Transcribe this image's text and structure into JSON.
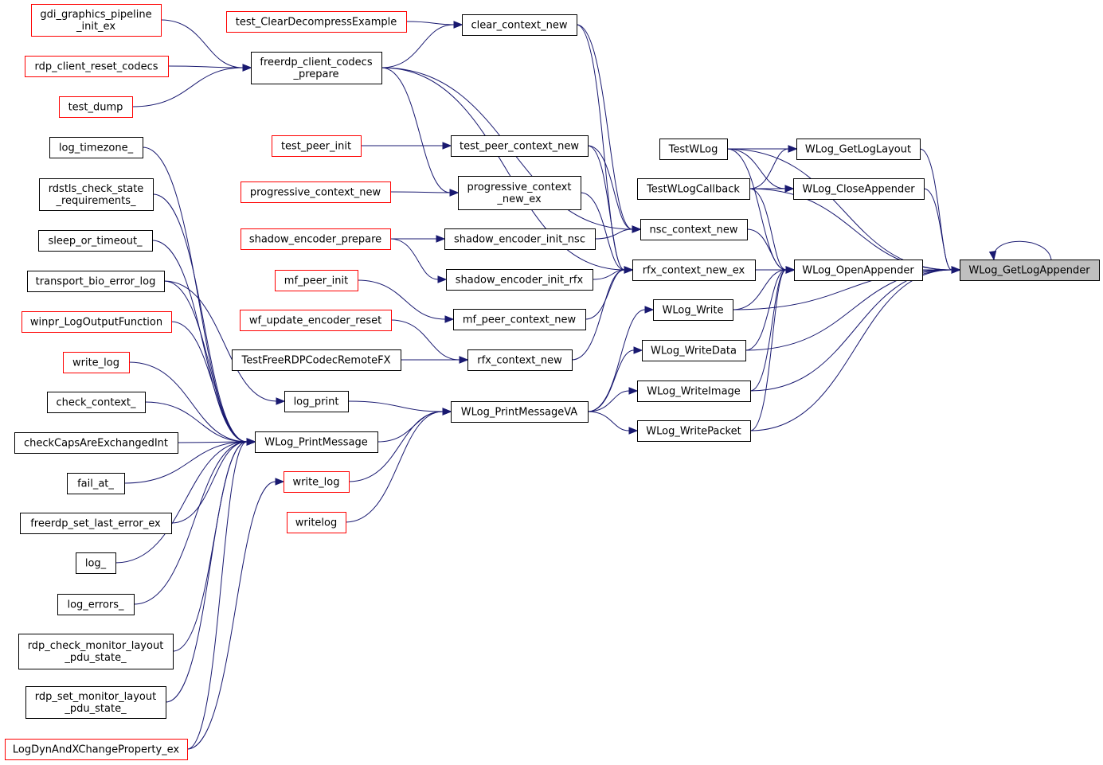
{
  "target": "WLog_GetLogAppender",
  "nodes": {
    "gdi": {
      "lines": [
        "gdi_graphics_pipeline",
        "_init_ex"
      ],
      "style": "red"
    },
    "rdpreset": {
      "lines": [
        "rdp_client_reset_codecs"
      ],
      "style": "red"
    },
    "testdump": {
      "lines": [
        "test_dump"
      ],
      "style": "red"
    },
    "logtz": {
      "lines": [
        "log_timezone_"
      ],
      "style": "black"
    },
    "rdstls": {
      "lines": [
        "rdstls_check_state",
        "_requirements_"
      ],
      "style": "black"
    },
    "sleep": {
      "lines": [
        "sleep_or_timeout_"
      ],
      "style": "black"
    },
    "tbel": {
      "lines": [
        "transport_bio_error_log"
      ],
      "style": "black"
    },
    "winpr": {
      "lines": [
        "winpr_LogOutputFunction"
      ],
      "style": "red"
    },
    "writelog1": {
      "lines": [
        "write_log"
      ],
      "style": "red"
    },
    "checkctx": {
      "lines": [
        "check_context_"
      ],
      "style": "black"
    },
    "checkcaps": {
      "lines": [
        "checkCapsAreExchangedInt"
      ],
      "style": "black"
    },
    "failat": {
      "lines": [
        "fail_at_"
      ],
      "style": "black"
    },
    "fsle": {
      "lines": [
        "freerdp_set_last_error_ex"
      ],
      "style": "black"
    },
    "log_": {
      "lines": [
        "log_"
      ],
      "style": "black"
    },
    "logerrors": {
      "lines": [
        "log_errors_"
      ],
      "style": "black"
    },
    "rdpcheck": {
      "lines": [
        "rdp_check_monitor_layout",
        "_pdu_state_"
      ],
      "style": "black"
    },
    "rdpset": {
      "lines": [
        "rdp_set_monitor_layout",
        "_pdu_state_"
      ],
      "style": "black"
    },
    "logdyn": {
      "lines": [
        "LogDynAndXChangeProperty_ex"
      ],
      "style": "red"
    },
    "tcde": {
      "lines": [
        "test_ClearDecompressExample"
      ],
      "style": "red"
    },
    "fccp": {
      "lines": [
        "freerdp_client_codecs",
        "_prepare"
      ],
      "style": "black"
    },
    "tpi": {
      "lines": [
        "test_peer_init"
      ],
      "style": "red"
    },
    "pcn": {
      "lines": [
        "progressive_context_new"
      ],
      "style": "red"
    },
    "sep": {
      "lines": [
        "shadow_encoder_prepare"
      ],
      "style": "red"
    },
    "mfpi": {
      "lines": [
        "mf_peer_init"
      ],
      "style": "red"
    },
    "wfuer": {
      "lines": [
        "wf_update_encoder_reset"
      ],
      "style": "red"
    },
    "tfrcr": {
      "lines": [
        "TestFreeRDPCodecRemoteFX"
      ],
      "style": "black"
    },
    "logprint": {
      "lines": [
        "log_print"
      ],
      "style": "black"
    },
    "wlpm": {
      "lines": [
        "WLog_PrintMessage"
      ],
      "style": "black"
    },
    "writelog2": {
      "lines": [
        "write_log"
      ],
      "style": "red"
    },
    "writelog3": {
      "lines": [
        "writelog"
      ],
      "style": "red"
    },
    "ccn": {
      "lines": [
        "clear_context_new"
      ],
      "style": "black"
    },
    "tpcn": {
      "lines": [
        "test_peer_context_new"
      ],
      "style": "black"
    },
    "pcnex": {
      "lines": [
        "progressive_context",
        "_new_ex"
      ],
      "style": "black"
    },
    "seinsc": {
      "lines": [
        "shadow_encoder_init_nsc"
      ],
      "style": "black"
    },
    "seirfx": {
      "lines": [
        "shadow_encoder_init_rfx"
      ],
      "style": "black"
    },
    "mfpcn": {
      "lines": [
        "mf_peer_context_new"
      ],
      "style": "black"
    },
    "rfxcn": {
      "lines": [
        "rfx_context_new"
      ],
      "style": "black"
    },
    "wlpmva": {
      "lines": [
        "WLog_PrintMessageVA"
      ],
      "style": "black"
    },
    "nsccn": {
      "lines": [
        "nsc_context_new"
      ],
      "style": "black"
    },
    "rfxcnex": {
      "lines": [
        "rfx_context_new_ex"
      ],
      "style": "black"
    },
    "wlw": {
      "lines": [
        "WLog_Write"
      ],
      "style": "black"
    },
    "wlwd": {
      "lines": [
        "WLog_WriteData"
      ],
      "style": "black"
    },
    "wlwi": {
      "lines": [
        "WLog_WriteImage"
      ],
      "style": "black"
    },
    "wlwp": {
      "lines": [
        "WLog_WritePacket"
      ],
      "style": "black"
    },
    "twlog": {
      "lines": [
        "TestWLog"
      ],
      "style": "black"
    },
    "twlcb": {
      "lines": [
        "TestWLogCallback"
      ],
      "style": "black"
    },
    "wlgll": {
      "lines": [
        "WLog_GetLogLayout"
      ],
      "style": "black"
    },
    "wlca": {
      "lines": [
        "WLog_CloseAppender"
      ],
      "style": "black"
    },
    "wloa": {
      "lines": [
        "WLog_OpenAppender"
      ],
      "style": "black"
    },
    "wlgla": {
      "lines": [
        "WLog_GetLogAppender"
      ],
      "style": "target"
    }
  },
  "edges": [
    [
      "gdi",
      "fccp"
    ],
    [
      "rdpreset",
      "fccp"
    ],
    [
      "testdump",
      "fccp"
    ],
    [
      "tcde",
      "ccn"
    ],
    [
      "fccp",
      "ccn"
    ],
    [
      "fccp",
      "nsccn"
    ],
    [
      "fccp",
      "rfxcnex"
    ],
    [
      "fccp",
      "pcnex"
    ],
    [
      "tpi",
      "tpcn"
    ],
    [
      "pcn",
      "pcnex"
    ],
    [
      "sep",
      "seinsc"
    ],
    [
      "sep",
      "seirfx"
    ],
    [
      "mfpi",
      "mfpcn"
    ],
    [
      "wfuer",
      "rfxcn"
    ],
    [
      "tfrcr",
      "rfxcn"
    ],
    [
      "ccn",
      "nsccn"
    ],
    [
      "ccn",
      "rfxcnex"
    ],
    [
      "tpcn",
      "nsccn"
    ],
    [
      "tpcn",
      "rfxcnex"
    ],
    [
      "pcnex",
      "rfxcnex"
    ],
    [
      "seinsc",
      "nsccn"
    ],
    [
      "seirfx",
      "rfxcnex"
    ],
    [
      "mfpcn",
      "rfxcnex"
    ],
    [
      "rfxcn",
      "rfxcnex"
    ],
    [
      "logtz",
      "wlpm"
    ],
    [
      "rdstls",
      "wlpm"
    ],
    [
      "sleep",
      "wlpm"
    ],
    [
      "tbel",
      "wlpm"
    ],
    [
      "winpr",
      "wlpm"
    ],
    [
      "writelog1",
      "wlpm"
    ],
    [
      "checkctx",
      "wlpm"
    ],
    [
      "checkcaps",
      "wlpm"
    ],
    [
      "failat",
      "wlpm"
    ],
    [
      "fsle",
      "wlpm"
    ],
    [
      "log_",
      "wlpm"
    ],
    [
      "logerrors",
      "wlpm"
    ],
    [
      "rdpcheck",
      "wlpm"
    ],
    [
      "rdpset",
      "wlpm"
    ],
    [
      "logdyn",
      "wlpm"
    ],
    [
      "logdyn",
      "writelog2"
    ],
    [
      "tbel",
      "logprint"
    ],
    [
      "logprint",
      "wlpmva"
    ],
    [
      "wlpm",
      "wlpmva"
    ],
    [
      "writelog2",
      "wlpmva"
    ],
    [
      "writelog3",
      "wlpmva"
    ],
    [
      "wlpmva",
      "wlw"
    ],
    [
      "wlpmva",
      "wlwd"
    ],
    [
      "wlpmva",
      "wlwi"
    ],
    [
      "wlpmva",
      "wlwp"
    ],
    [
      "nsccn",
      "wloa"
    ],
    [
      "rfxcnex",
      "wloa"
    ],
    [
      "wlw",
      "wloa"
    ],
    [
      "wlwd",
      "wloa"
    ],
    [
      "wlwi",
      "wloa"
    ],
    [
      "wlwp",
      "wloa"
    ],
    [
      "twlog",
      "wloa"
    ],
    [
      "twlog",
      "wlgll"
    ],
    [
      "twlog",
      "wlca"
    ],
    [
      "twlcb",
      "wlgll"
    ],
    [
      "twlcb",
      "wlca"
    ],
    [
      "twlcb",
      "wloa"
    ],
    [
      "fccp",
      "nsccn"
    ],
    [
      "twlog",
      "wlgla"
    ],
    [
      "twlcb",
      "wlgla"
    ],
    [
      "wlgll",
      "wlgla"
    ],
    [
      "wlca",
      "wlgla"
    ],
    [
      "wloa",
      "wlgla"
    ],
    [
      "wlw",
      "wlgla"
    ],
    [
      "wlwd",
      "wlgla"
    ],
    [
      "wlwi",
      "wlgla"
    ],
    [
      "wlwp",
      "wlgla"
    ],
    [
      "wlgla",
      "wlgla"
    ]
  ]
}
